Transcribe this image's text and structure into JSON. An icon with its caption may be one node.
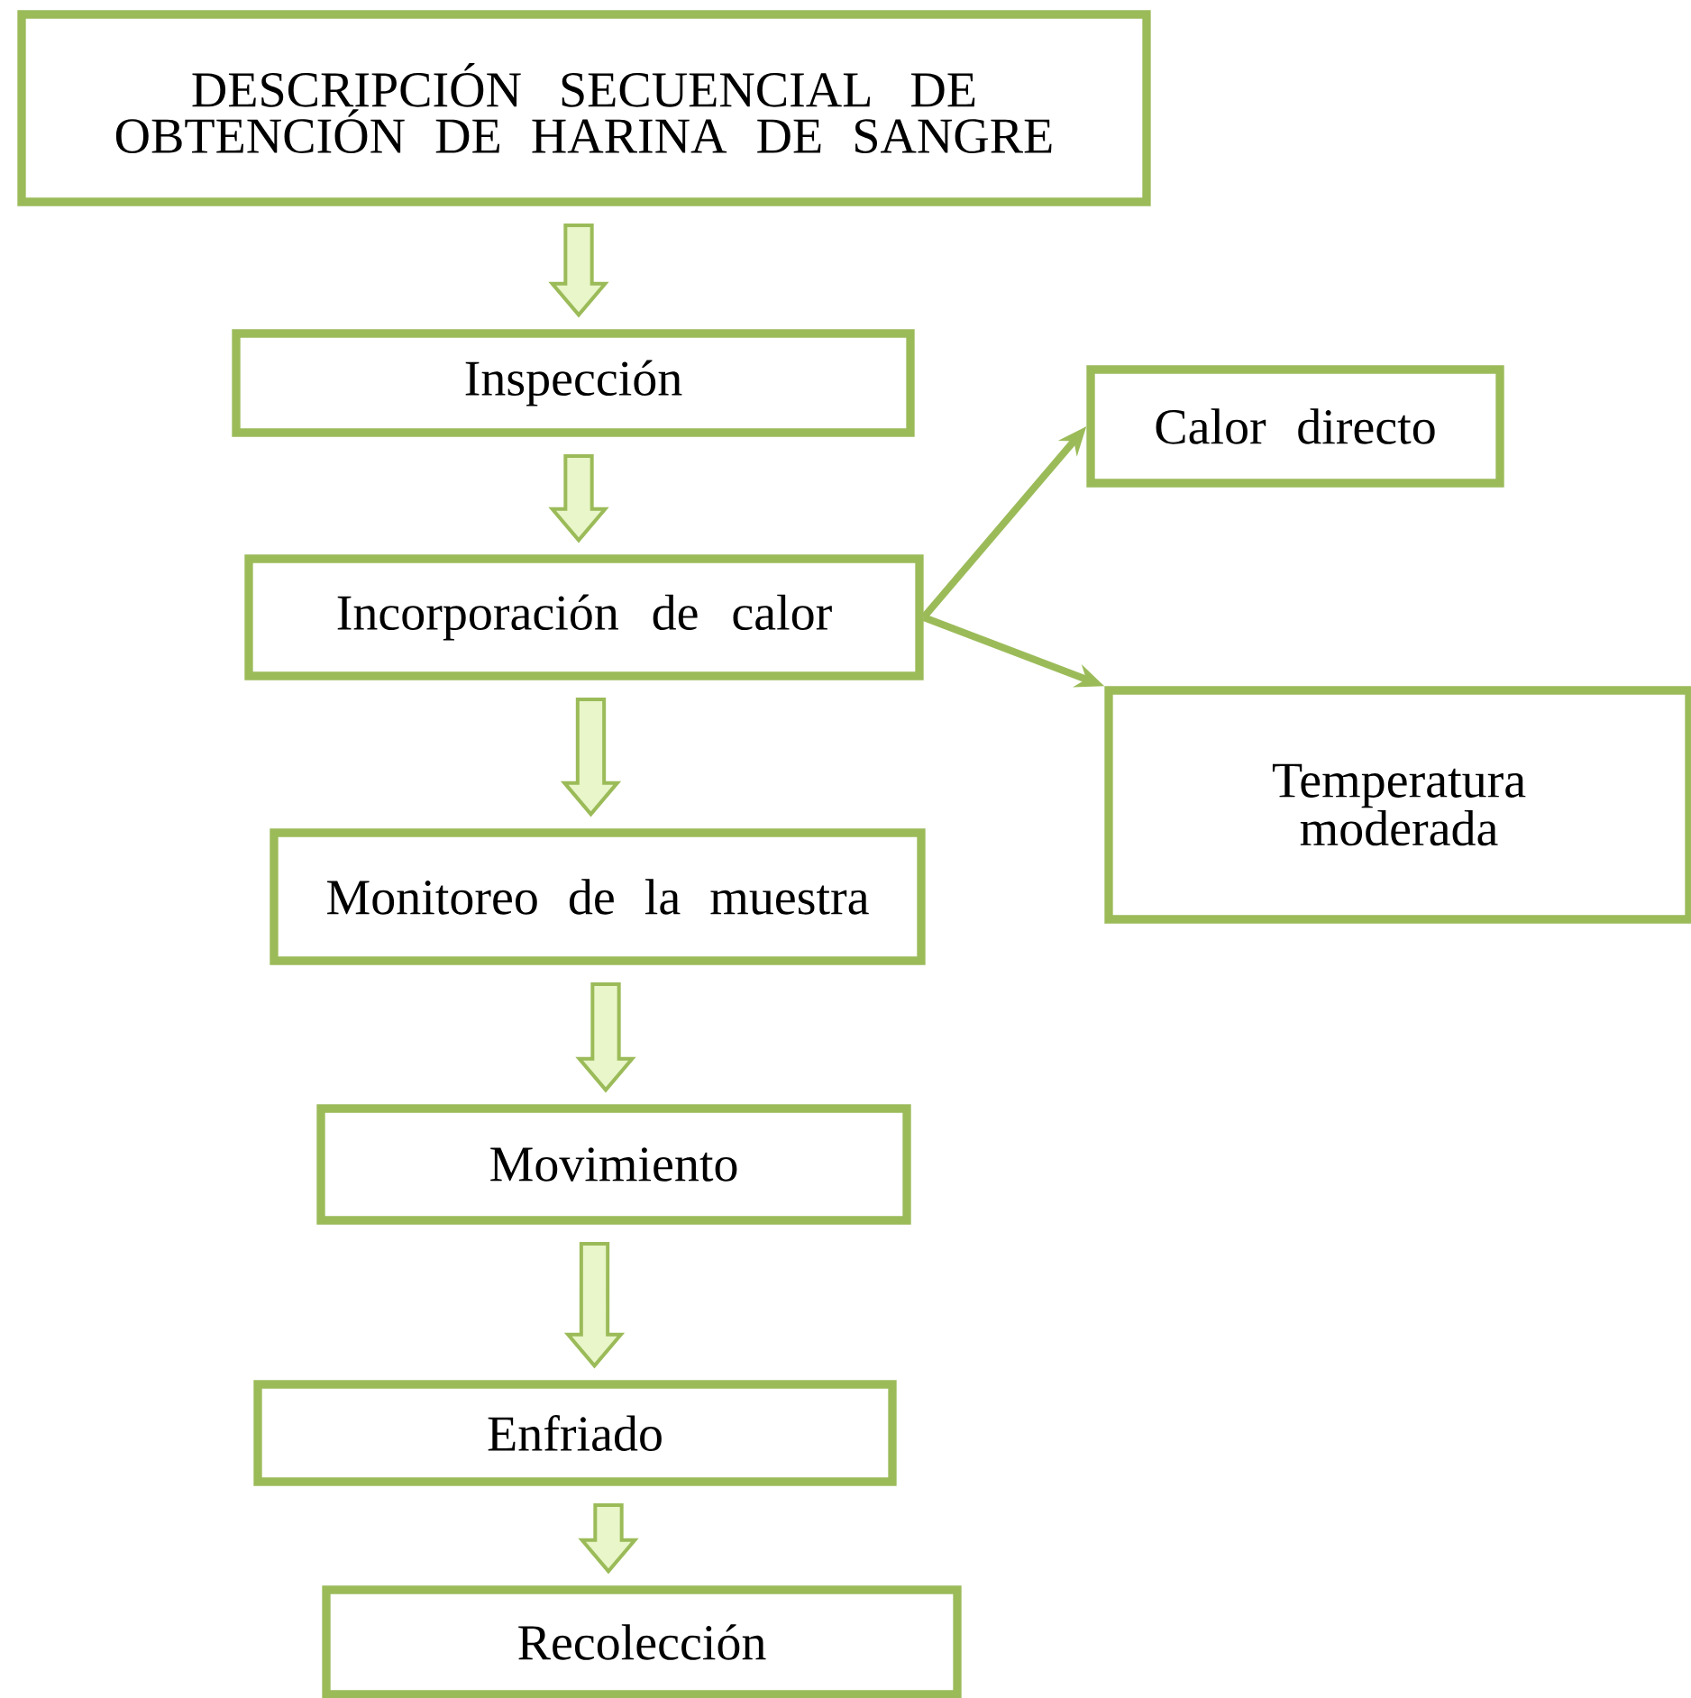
{
  "diagram": {
    "nodes": [
      {
        "text": [
          "DESCRIPCIÓN SECUENCIAL DE OBTENCIÓN DE HARINA DE SANGRE"
        ]
      },
      {
        "text": [
          "Inspección"
        ]
      },
      {
        "text": [
          "Incorporación de calor"
        ]
      },
      {
        "text": [
          "Monitoreo de la muestra"
        ]
      },
      {
        "text": [
          "Movimiento"
        ]
      },
      {
        "text": [
          "Enfriado"
        ]
      },
      {
        "text": [
          "Recolección"
        ]
      },
      {
        "text": [
          "Calor directo"
        ]
      },
      {
        "text": [
          "Temperatura moderada"
        ]
      }
    ],
    "edges": [
      {
        "from": 0,
        "to": 1,
        "arrow": "to"
      },
      {
        "from": 1,
        "to": 2,
        "arrow": "to"
      },
      {
        "from": 2,
        "to": 3,
        "arrow": "to"
      },
      {
        "from": 3,
        "to": 4,
        "arrow": "to"
      },
      {
        "from": 4,
        "to": 5,
        "arrow": "to"
      },
      {
        "from": 5,
        "to": 6,
        "arrow": "to"
      },
      {
        "from": 2,
        "to": 7,
        "arrow": "to"
      },
      {
        "from": 2,
        "to": 8,
        "arrow": "to"
      }
    ]
  }
}
